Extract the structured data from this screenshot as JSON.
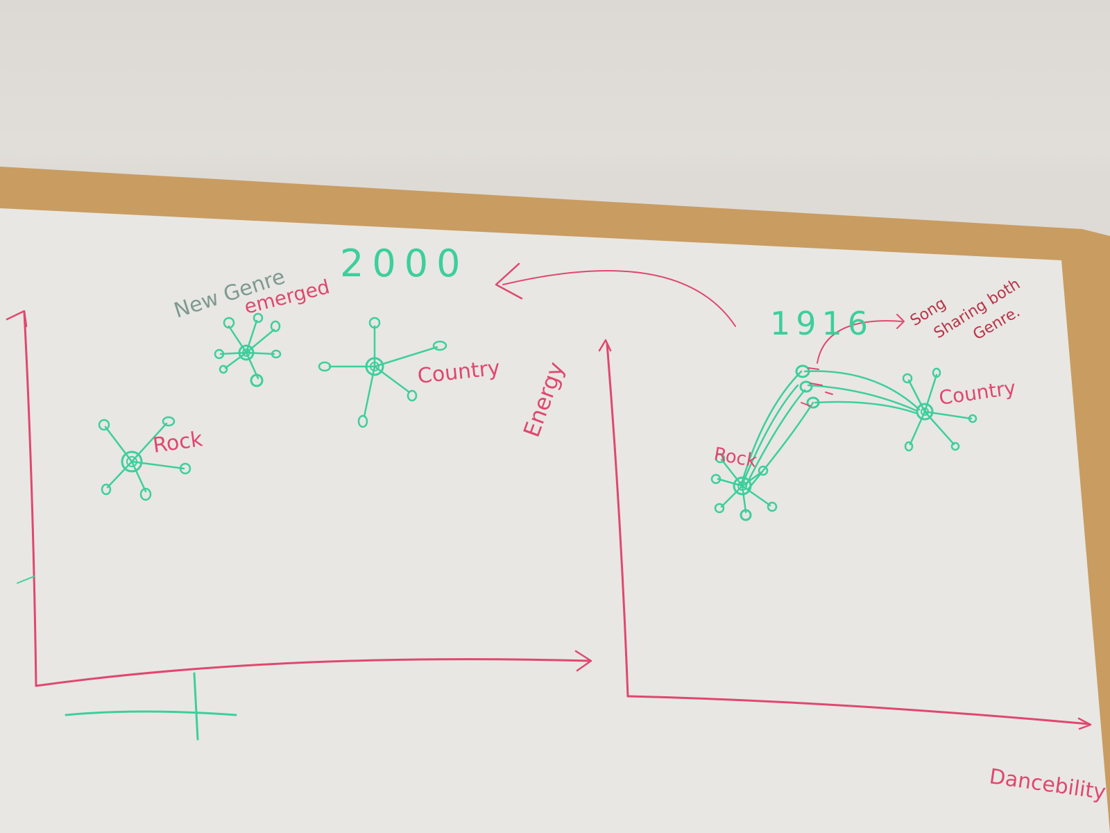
{
  "colors": {
    "wall": "#dcd9d4",
    "frame": "#c99c62",
    "board": "#ecebe7",
    "green_marker": "#3ccf9b",
    "pink_marker": "#e0476e",
    "dark_red_marker": "#b8334a"
  },
  "left_graph": {
    "year": "2000",
    "note_line1": "New Genre",
    "note_line2": "emerged",
    "clusters": [
      "Rock",
      "Country"
    ]
  },
  "right_graph": {
    "year": "1916",
    "y_axis_label": "Energy",
    "x_axis_label": "Dancebility",
    "clusters": [
      "Rock",
      "Country"
    ],
    "note_line1": "Song",
    "note_line2": "Sharing both",
    "note_line3": "Genre."
  }
}
